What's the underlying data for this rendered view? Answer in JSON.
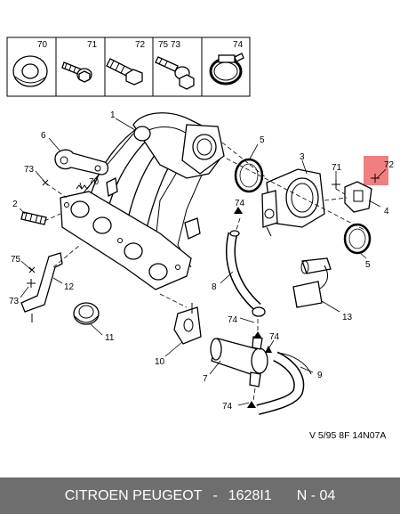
{
  "legend_cells": [
    {
      "label": "70",
      "icon": "washer-icon"
    },
    {
      "label": "71",
      "icon": "screw-icon"
    },
    {
      "label": "72",
      "icon": "bolt-icon"
    },
    {
      "label": "75 73",
      "icon": "stud-washer-icon"
    },
    {
      "label": "74",
      "icon": "hose-clamp-icon"
    }
  ],
  "callouts": {
    "c1": "1",
    "c2": "2",
    "c3": "3",
    "c4": "4",
    "c5a": "5",
    "c5b": "5",
    "c6": "6",
    "c7": "7",
    "c8": "8",
    "c9": "9",
    "c10": "10",
    "c11": "11",
    "c12": "12",
    "c13": "13",
    "c70": "70",
    "c71": "71",
    "c72": "72",
    "c73a": "73",
    "c73b": "73",
    "c74a": "74",
    "c74b": "74",
    "c74c": "74",
    "c74d": "74",
    "c75": "75"
  },
  "reference_code": "V 5/95 8F 14N07A",
  "footer": {
    "brand": "CITROEN PEUGEOT",
    "separator": "-",
    "part_number": "1628I1",
    "page": "N - 04"
  },
  "colors": {
    "highlight": "#f08080",
    "footer_bg": "#6e6e6e"
  }
}
